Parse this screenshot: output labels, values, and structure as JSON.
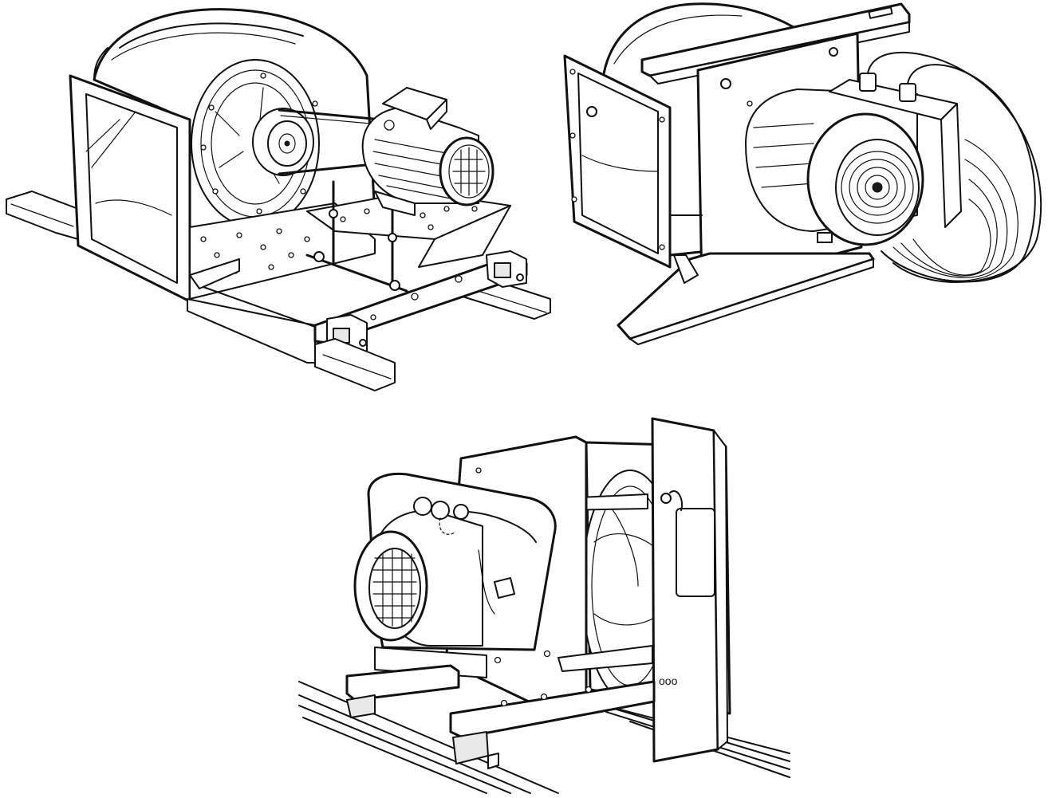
{
  "figures": [
    {
      "id": "belt-driven-centrifugal-fan"
    },
    {
      "id": "direct-drive-fan-with-cabled-motor"
    },
    {
      "id": "plug-fan-on-rails"
    }
  ],
  "colors": {
    "line": "#111111",
    "background": "#ffffff",
    "shade": "#e9e9e9"
  },
  "labels": {
    "plug_fan_plate_marking": "ooo"
  }
}
